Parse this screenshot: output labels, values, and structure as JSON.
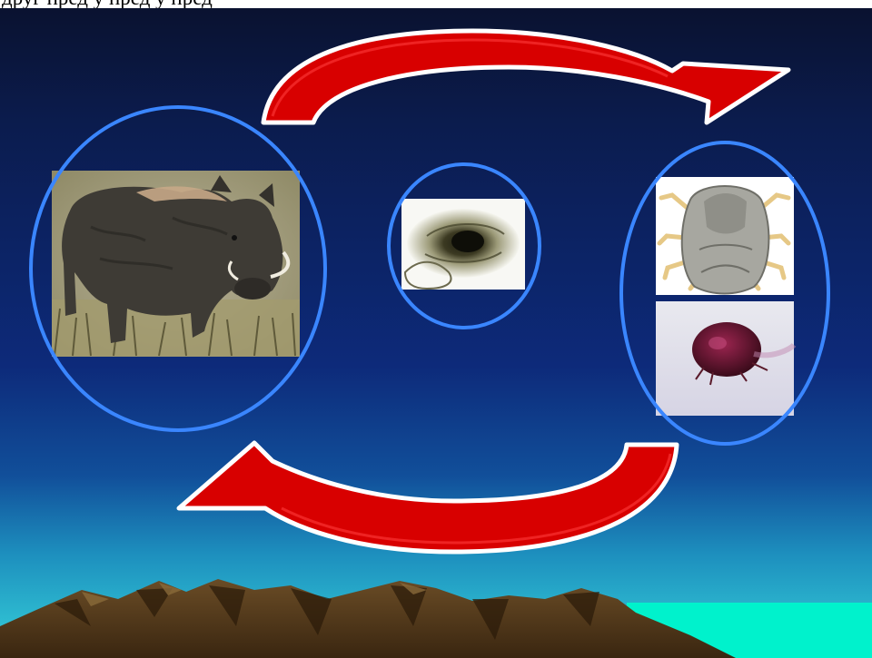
{
  "slide": {
    "title_fragment": "друг     пред                    у   пред   у   пред",
    "colors": {
      "sky_top": "#0a1230",
      "sky_mid": "#0d2a7a",
      "horizon": "#2cc0d4",
      "sea": "#00f2cc",
      "mountain": "#4a3418",
      "arrow_fill": "#d80000",
      "arrow_outline": "#ffffff",
      "ring": "#3a86ff"
    },
    "diagram": {
      "nodes": [
        {
          "id": "host",
          "image": "warthog-photo"
        },
        {
          "id": "center",
          "image": "tick-bite-lesion-image"
        },
        {
          "id": "vector",
          "images": [
            "tick-drawing",
            "tick-photo"
          ]
        }
      ],
      "arrows": [
        {
          "from": "host",
          "to": "vector",
          "direction": "clockwise-top"
        },
        {
          "from": "vector",
          "to": "host",
          "direction": "clockwise-bottom"
        }
      ]
    }
  }
}
